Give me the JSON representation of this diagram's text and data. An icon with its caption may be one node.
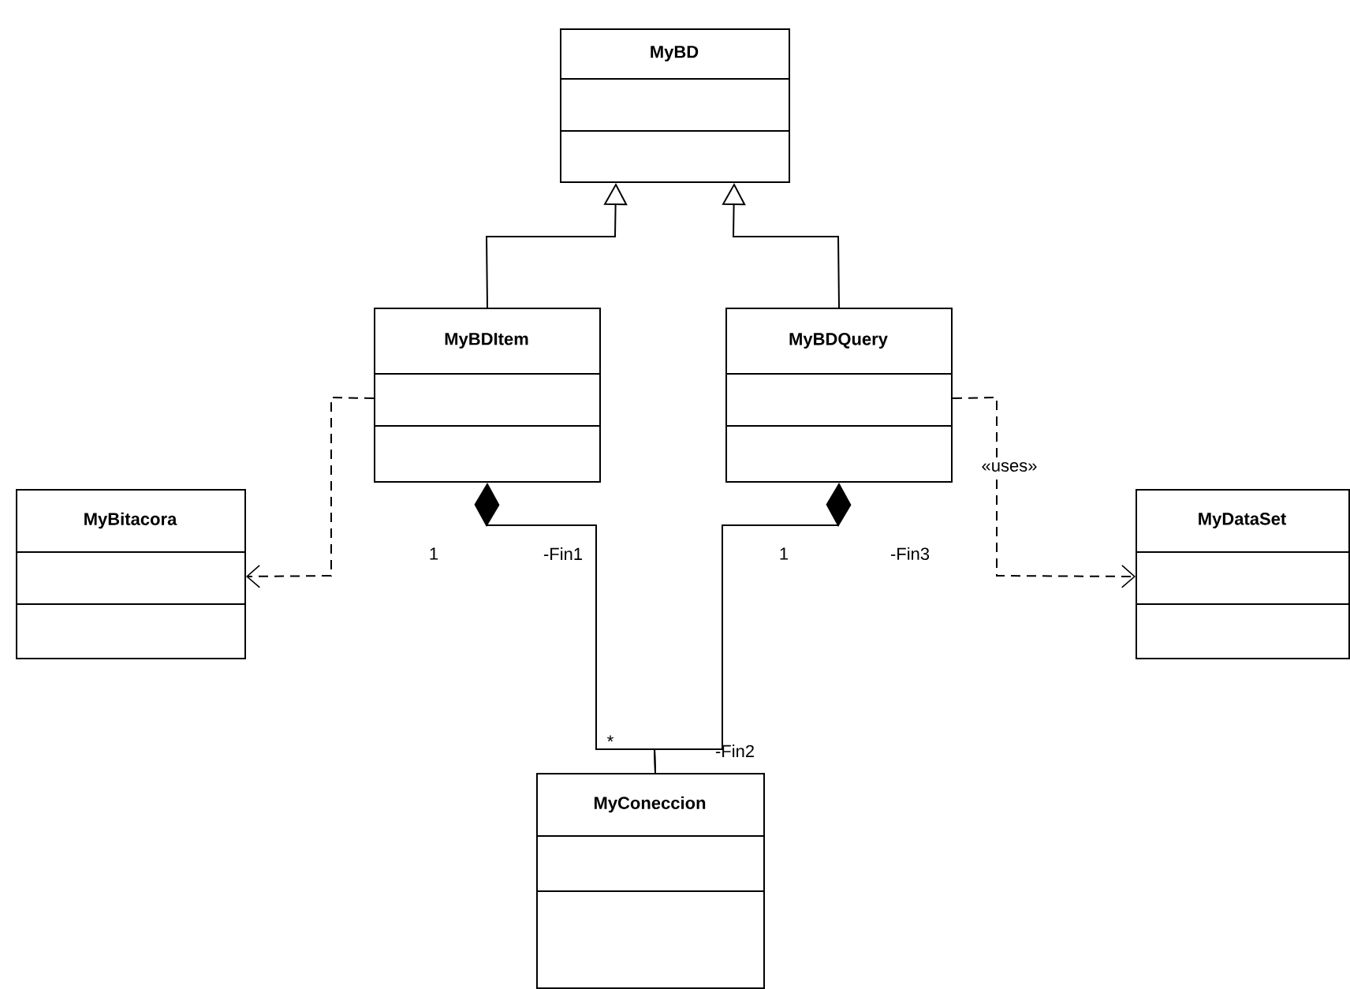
{
  "diagram": {
    "nodes": [
      {
        "text": [
          "MyBD"
        ]
      },
      {
        "text": [
          "MyBDItem"
        ]
      },
      {
        "text": [
          "MyBDQuery"
        ]
      },
      {
        "text": [
          "MyBitacora"
        ]
      },
      {
        "text": [
          "MyDataSet"
        ]
      },
      {
        "text": [
          "MyConeccion"
        ]
      }
    ],
    "edges": [
      {
        "from": 1,
        "to": 0,
        "arrow": "to"
      },
      {
        "from": 2,
        "to": 0,
        "arrow": "to"
      },
      {
        "from": 1,
        "to": 3,
        "arrow": "to",
        "style": "dashed"
      },
      {
        "from": 2,
        "to": 4,
        "arrow": "to",
        "style": "dashed",
        "label": "«uses»"
      },
      {
        "from": 5,
        "to": 1,
        "arrow": "other"
      },
      {
        "from": 5,
        "to": 2,
        "arrow": "other"
      }
    ],
    "labels": [
      "1",
      "-Fin1",
      "1",
      "-Fin3",
      "*",
      "-Fin2"
    ]
  }
}
